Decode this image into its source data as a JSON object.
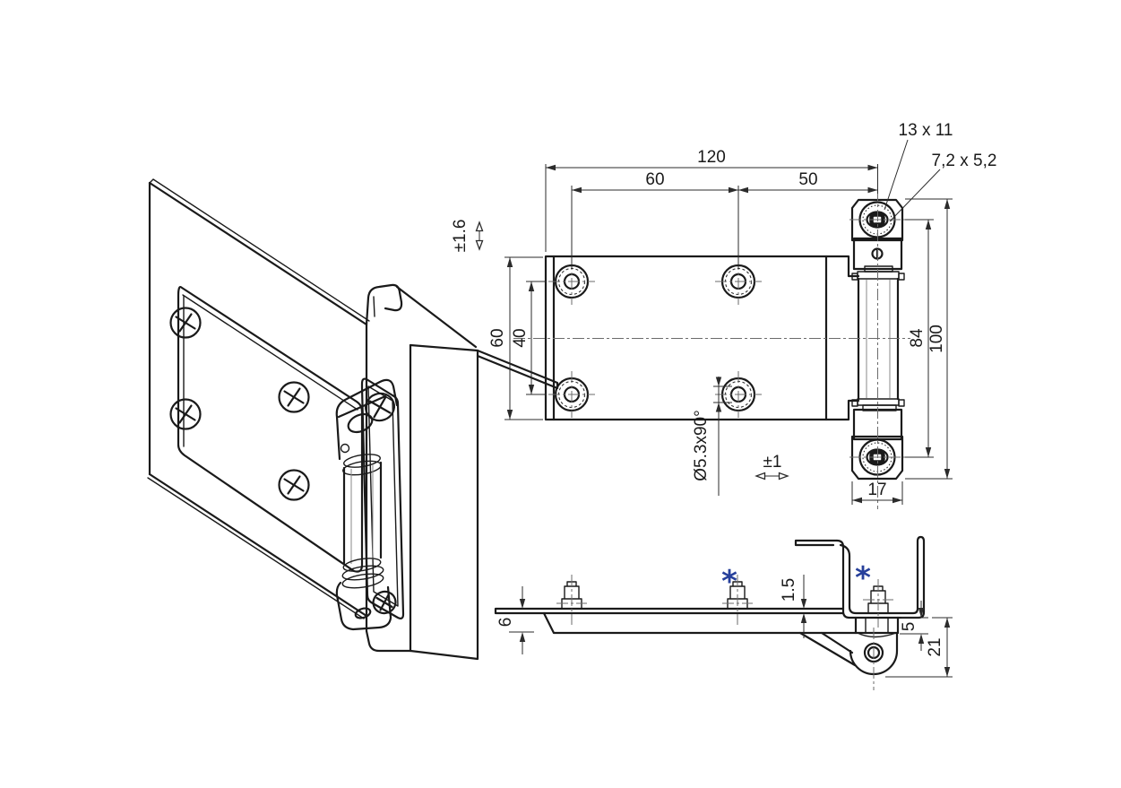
{
  "colors": {
    "line": "#1a1a1a",
    "dimension": "#2b2b2b",
    "centerline": "#6b6b6b",
    "accent": "#27409b",
    "background": "#ffffff"
  },
  "plan_view": {
    "dim_overall_width": "120",
    "dim_hole_spacing": "60",
    "dim_hole_to_axis": "50",
    "dim_plate_height": "60",
    "dim_hole_spacing_v": "40",
    "dim_lug_centers": "84",
    "dim_overall_height": "100",
    "dim_lug_width": "17",
    "callout_lug_slot": "13 x 11",
    "callout_oval_hole": "7,2 x 5,2",
    "callout_countersunk_hole": "Ø5.3x90°",
    "tolerance_vertical": "±1.6",
    "tolerance_horizontal": "±1"
  },
  "side_view": {
    "dim_pad_thickness": "6",
    "dim_sheet_thickness": "1.5",
    "dim_bracket_offset": "5",
    "dim_overall_depth": "21",
    "marker_left": "*",
    "marker_right": "*"
  }
}
